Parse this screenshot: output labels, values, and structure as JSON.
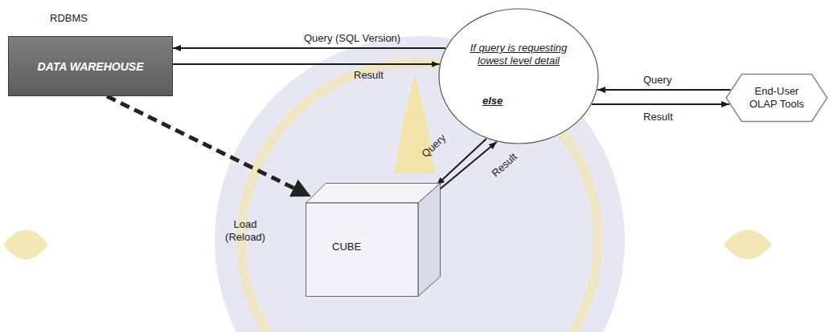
{
  "diagram": {
    "nodes": [
      {
        "text": [
          "RDBMS",
          "DATA WAREHOUSE"
        ]
      },
      {
        "text": [
          "If query is requesting lowest level detail",
          "else"
        ]
      },
      {
        "text": [
          "End-User OLAP Tools"
        ]
      },
      {
        "text": [
          "CUBE"
        ]
      }
    ],
    "edges": [
      {
        "from": 1,
        "to": 0,
        "label": "Query (SQL Version)",
        "arrow": "to"
      },
      {
        "from": 0,
        "to": 1,
        "label": "Result",
        "arrow": "to"
      },
      {
        "from": 2,
        "to": 1,
        "label": "Query",
        "arrow": "to"
      },
      {
        "from": 1,
        "to": 2,
        "label": "Result",
        "arrow": "to"
      },
      {
        "from": 1,
        "to": 3,
        "label": "Query",
        "arrow": "to"
      },
      {
        "from": 3,
        "to": 1,
        "label": "Result",
        "arrow": "to"
      },
      {
        "from": 0,
        "to": 3,
        "label": "Load (Reload)",
        "arrow": "to"
      }
    ]
  }
}
